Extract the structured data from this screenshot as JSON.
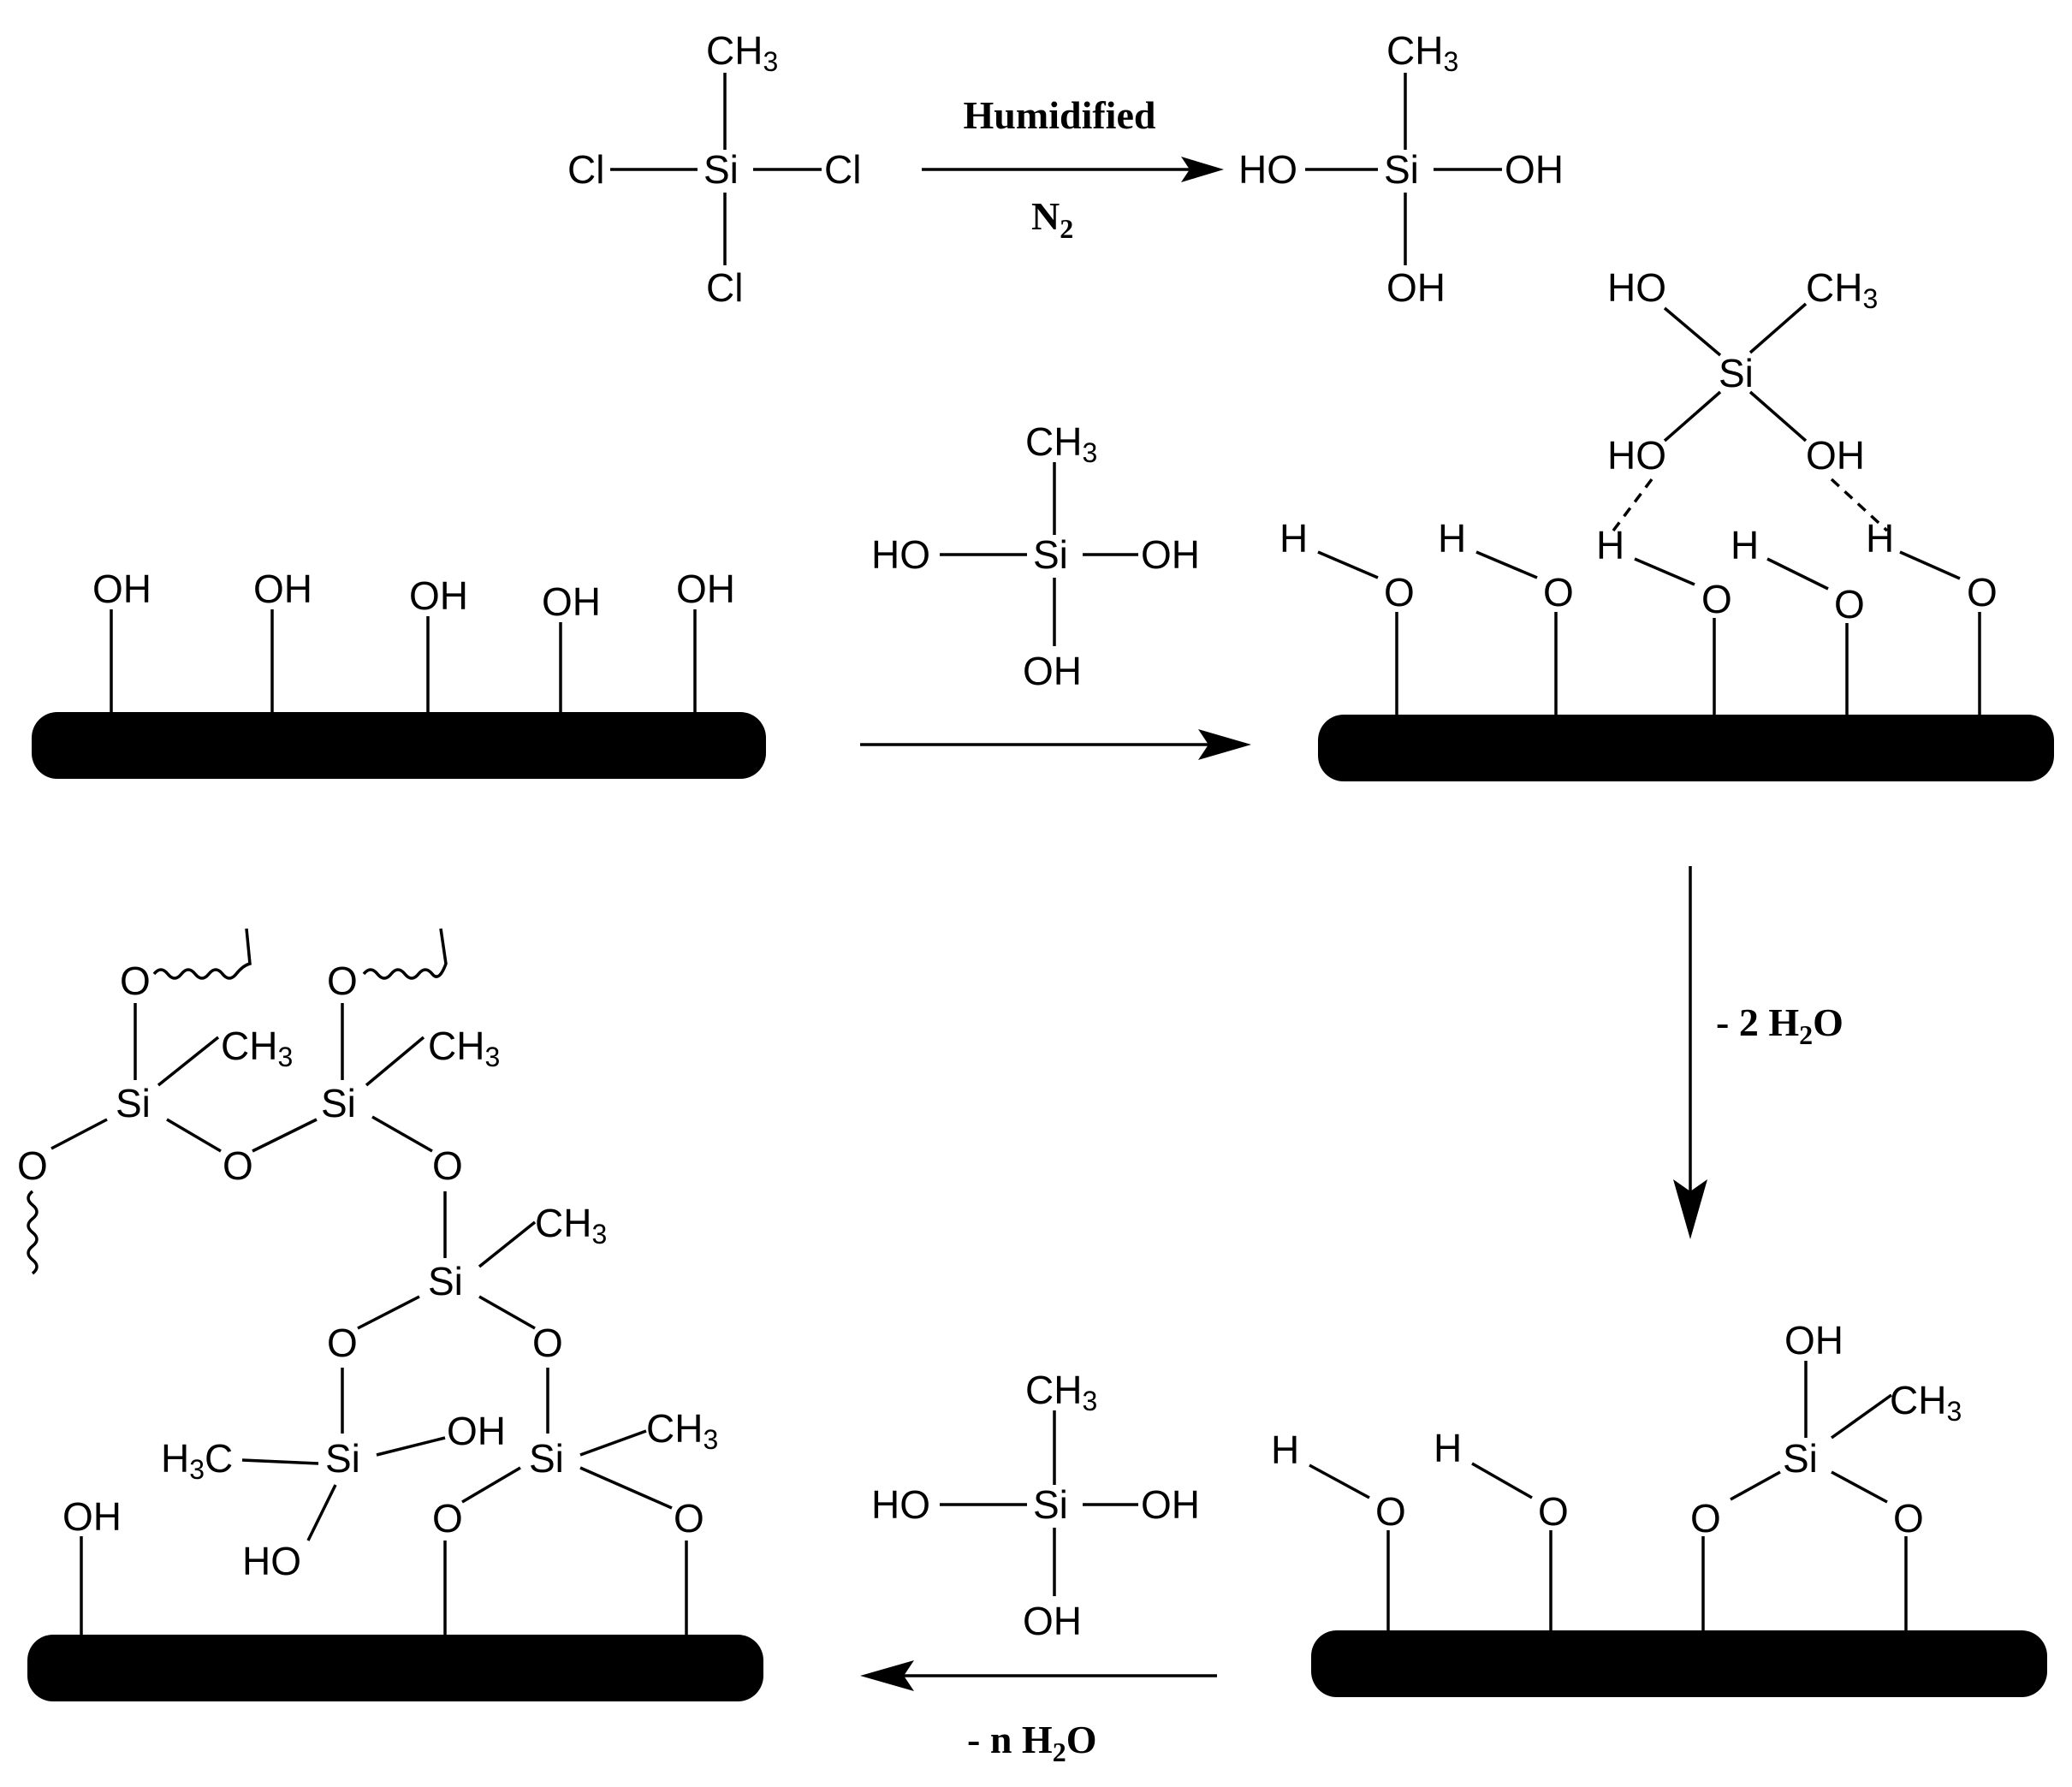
{
  "atoms": {
    "ch3": "CH",
    "ch3_sub": "3",
    "h3c_h": "H",
    "h3c_sub": "3",
    "h3c_c": "C",
    "si": "Si",
    "cl": "Cl",
    "oh": "OH",
    "ho": "HO",
    "o": "O",
    "h": "H"
  },
  "conditions": {
    "step1_above": "Humidified",
    "step1_below_main": "N",
    "step1_below_sub": "2",
    "step3_prefix": "-  2 H",
    "step3_sub": "2",
    "step3_suffix": "O",
    "step4_prefix": "-  n H",
    "step4_sub": "2",
    "step4_suffix": "O"
  }
}
